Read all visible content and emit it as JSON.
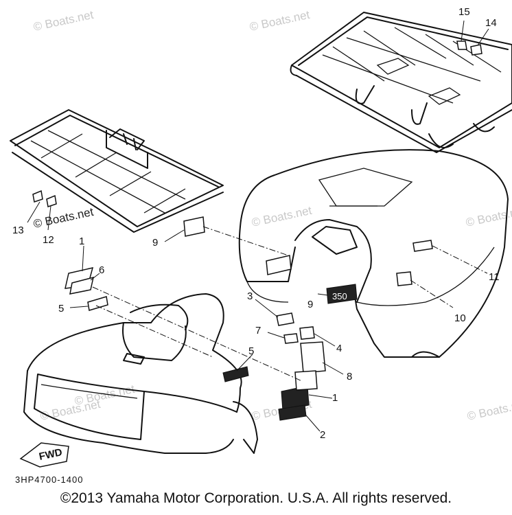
{
  "diagram": {
    "watermark": "© Boats.net",
    "callouts": {
      "c1a": "1",
      "c1b": "1",
      "c2": "2",
      "c3": "3",
      "c4": "4",
      "c5a": "5",
      "c5b": "5",
      "c6": "6",
      "c7": "7",
      "c8": "8",
      "c9a": "9",
      "c9b": "9",
      "c10": "10",
      "c11": "11",
      "c12": "12",
      "c13": "13",
      "c14": "14",
      "c15": "15"
    },
    "fwd_label": "FWD",
    "decal_text": "350",
    "part_code": "3HP4700-1400",
    "copyright": "©2013 Yamaha Motor Corporation. U.S.A. All rights reserved."
  }
}
